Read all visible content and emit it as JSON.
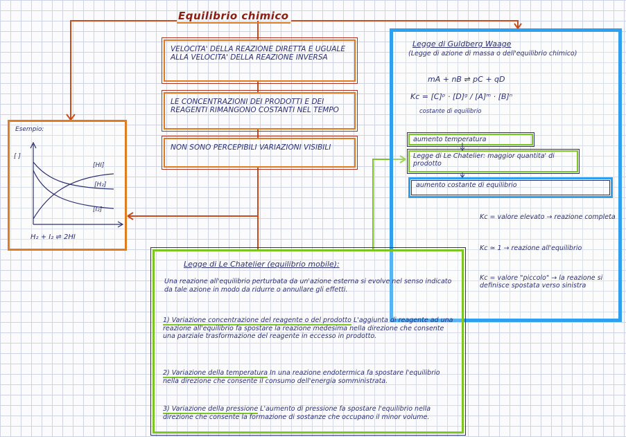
{
  "title": "Equilibrio chimico",
  "orange_boxes": [
    "Velocita' della reazione diretta e uguale alla velocita' della reazione inversa",
    "Le concentrazioni dei prodotti e dei reagenti rimangono costanti nel tempo",
    "Non sono percepibili variazioni visibili"
  ],
  "example": {
    "title": "Esempio:",
    "y_axis": "[ ]",
    "curves": [
      "[HI]",
      "[H₂]",
      "[I₂]"
    ],
    "equation": "H₂ + I₂ ⇌ 2HI"
  },
  "guldberg": {
    "title": "Legge di Guldberg Waage",
    "subtitle": "(Legge di azione di massa o dell'equilibrio chimico)",
    "reaction": "mA + nB ⇌ pC + qD",
    "kc_formula": "Kc = [C]ᵖ · [D]ᵍ / [A]ᵐ · [B]ⁿ",
    "kc_note": "costante di equilibrio",
    "temp_box": "aumento temperatura",
    "chatelier_box": "Legge di Le Chatelier: maggior quantita' di prodotto",
    "const_box": "aumento costante di equilibrio",
    "kc_cases": [
      {
        "cond": "Kc = valore elevato",
        "result": "reazione completa"
      },
      {
        "cond": "Kc ≃ 1",
        "result": "reazione all'equilibrio"
      },
      {
        "cond": "Kc = valore \"piccolo\"",
        "result": "la reazione si definisce spostata verso sinistra"
      }
    ]
  },
  "chatelier": {
    "title": "Legge di Le Chatelier (equilibrio mobile):",
    "intro": "Una reazione all'equilibrio perturbata da un'azione esterna si evolve nel senso indicato da tale azione in modo da ridurre o annullare gli effetti.",
    "points": [
      {
        "head": "1) Variazione concentrazione del reagente o del prodotto",
        "body": "L'aggiunta di reagente ad una reazione all'equilibrio fa spostare la reazione medesima nella direzione che consente una parziale trasformazione del reagente in eccesso in prodotto."
      },
      {
        "head": "2) Variazione della temperatura",
        "body": "In una reazione endotermica fa spostare l'equilibrio nella direzione che consente il consumo dell'energia somministrata."
      },
      {
        "head": "3) Variazione della pressione",
        "body": "L'aumento di pressione fa spostare l'equilibrio nella direzione che consente la formazione di sostanze che occupano il minor volume."
      }
    ]
  },
  "colors": {
    "orange": "#e07b20",
    "red": "#b3311c",
    "blue": "#2fa0ef",
    "green": "#7cc624",
    "ink": "#2a2f74"
  }
}
